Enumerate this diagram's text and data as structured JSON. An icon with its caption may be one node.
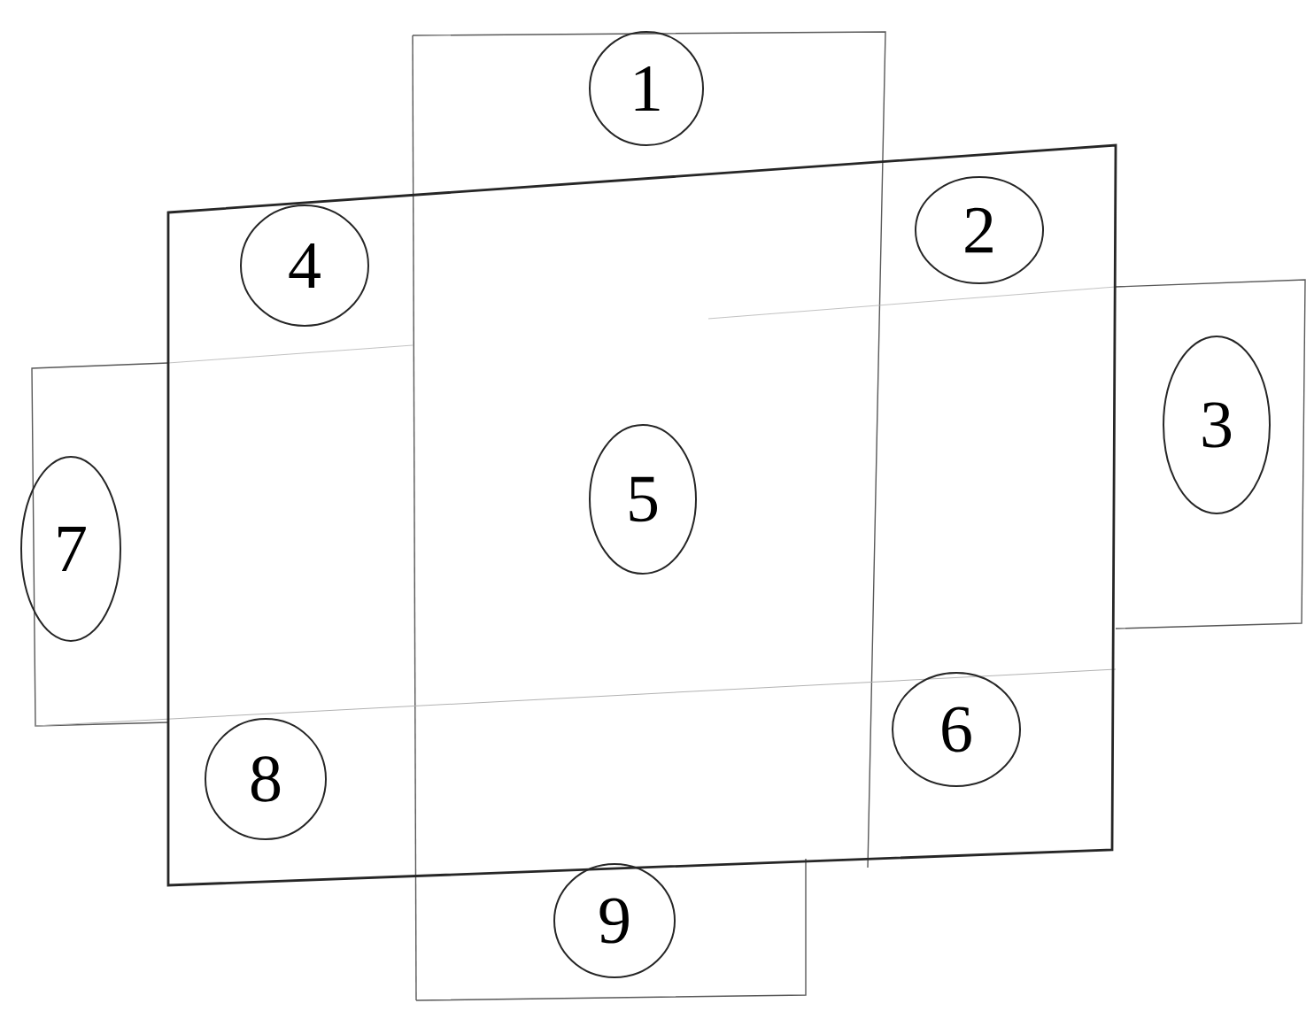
{
  "diagram": {
    "nodes": [
      {
        "text": [
          "1"
        ]
      },
      {
        "text": [
          "4"
        ]
      },
      {
        "text": [
          "2"
        ]
      },
      {
        "text": [
          "3"
        ]
      },
      {
        "text": [
          "7"
        ]
      },
      {
        "text": [
          "5"
        ]
      },
      {
        "text": [
          "8"
        ]
      },
      {
        "text": [
          "6"
        ]
      },
      {
        "text": [
          "9"
        ]
      }
    ]
  }
}
